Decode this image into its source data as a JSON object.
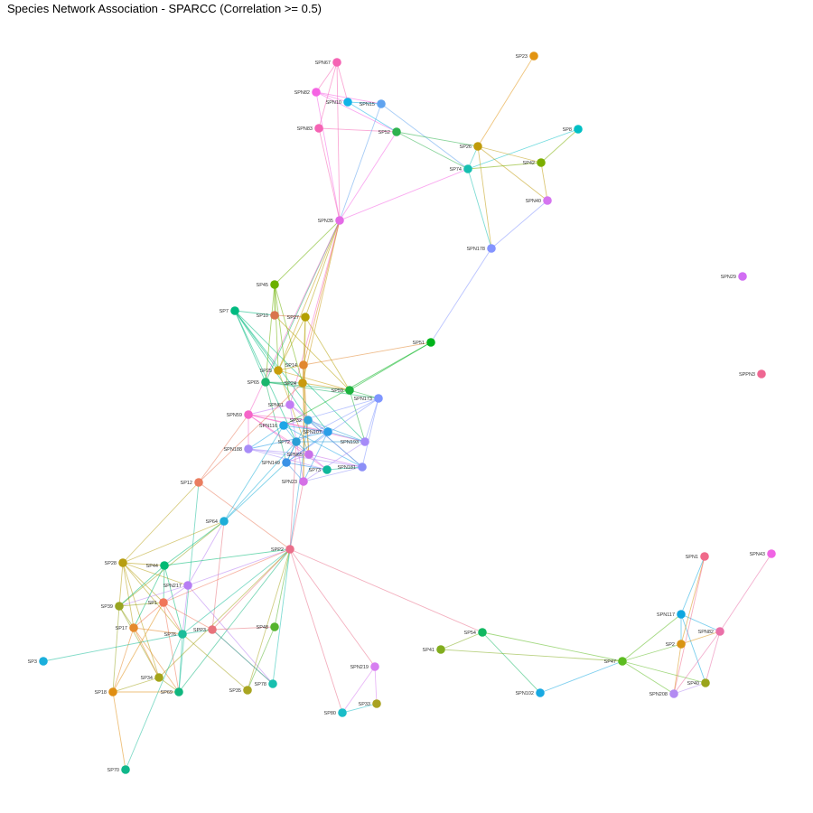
{
  "title": "Species Network Association - SPARCC (Correlation >= 0.5)",
  "nodes": [
    {
      "id": "SPN67",
      "color": "#f564b4"
    },
    {
      "id": "SPN82",
      "color": "#f564e3"
    },
    {
      "id": "SPN10",
      "color": "#11b3e6"
    },
    {
      "id": "SPN15",
      "color": "#5fa3ef"
    },
    {
      "id": "SPN83",
      "color": "#f564b4"
    },
    {
      "id": "SP52",
      "color": "#2eb24e"
    },
    {
      "id": "SP23",
      "color": "#e29411"
    },
    {
      "id": "SP8",
      "color": "#00bfc4"
    },
    {
      "id": "SP26",
      "color": "#c09b0b"
    },
    {
      "id": "SP42",
      "color": "#7cae00"
    },
    {
      "id": "SP74",
      "color": "#16bfb0"
    },
    {
      "id": "SPN40",
      "color": "#d575f0"
    },
    {
      "id": "SPN35",
      "color": "#e46be6"
    },
    {
      "id": "SPN178",
      "color": "#8494ff"
    },
    {
      "id": "SPN29",
      "color": "#d16ef3"
    },
    {
      "id": "SP45",
      "color": "#6bb100"
    },
    {
      "id": "SP7",
      "color": "#00ba80"
    },
    {
      "id": "SP10",
      "color": "#d9744c"
    },
    {
      "id": "SP27",
      "color": "#b4a000"
    },
    {
      "id": "SP51",
      "color": "#00b31b"
    },
    {
      "id": "SPPN3",
      "color": "#ee6792"
    },
    {
      "id": "SP25",
      "color": "#c89e0b"
    },
    {
      "id": "SP14",
      "color": "#e1872f"
    },
    {
      "id": "SP65",
      "color": "#1bb66e"
    },
    {
      "id": "SP24",
      "color": "#c99a10"
    },
    {
      "id": "SP59",
      "color": "#1db23e"
    },
    {
      "id": "SPN173",
      "color": "#7f96ff"
    },
    {
      "id": "SPN61",
      "color": "#c27cf4"
    },
    {
      "id": "SPN59",
      "color": "#f564c8"
    },
    {
      "id": "SP32",
      "color": "#2fa6d8"
    },
    {
      "id": "SPN116",
      "color": "#1ea6e6"
    },
    {
      "id": "SPN107",
      "color": "#2a9ee8"
    },
    {
      "id": "SPN193",
      "color": "#a68bf8"
    },
    {
      "id": "SPN188",
      "color": "#a88cf8"
    },
    {
      "id": "SP72",
      "color": "#2a9ed6"
    },
    {
      "id": "SPN65",
      "color": "#c872ea"
    },
    {
      "id": "SPN149",
      "color": "#3a92e6"
    },
    {
      "id": "SP73",
      "color": "#10b89b"
    },
    {
      "id": "SPN181",
      "color": "#8c8ff7"
    },
    {
      "id": "SPN23",
      "color": "#d570e6"
    },
    {
      "id": "SP12",
      "color": "#ea7d5f"
    },
    {
      "id": "SP64",
      "color": "#1eaed8"
    },
    {
      "id": "SPP2",
      "color": "#ea6f8a"
    },
    {
      "id": "SP28",
      "color": "#b79e10"
    },
    {
      "id": "SP44",
      "color": "#00ba74"
    },
    {
      "id": "SPN217",
      "color": "#b67ef3"
    },
    {
      "id": "SP39",
      "color": "#98a521"
    },
    {
      "id": "SP1",
      "color": "#f0765a"
    },
    {
      "id": "SP17",
      "color": "#e58a2c"
    },
    {
      "id": "SP76",
      "color": "#1bbd9a"
    },
    {
      "id": "SPP3",
      "color": "#e8737c"
    },
    {
      "id": "SP48",
      "color": "#55b42d"
    },
    {
      "id": "SP3",
      "color": "#1aafdc"
    },
    {
      "id": "SP34",
      "color": "#a4a418"
    },
    {
      "id": "SP69",
      "color": "#10b67e"
    },
    {
      "id": "SP18",
      "color": "#e08e12"
    },
    {
      "id": "SP35",
      "color": "#a9a521"
    },
    {
      "id": "SP78",
      "color": "#17bfae"
    },
    {
      "id": "SP70",
      "color": "#10b78a"
    },
    {
      "id": "SPN219",
      "color": "#d77ef0"
    },
    {
      "id": "SP33",
      "color": "#a9a221"
    },
    {
      "id": "SP80",
      "color": "#1abdc8"
    },
    {
      "id": "SP54",
      "color": "#12b862"
    },
    {
      "id": "SP41",
      "color": "#82ad1e"
    },
    {
      "id": "SPN102",
      "color": "#18a9e2"
    },
    {
      "id": "SP47",
      "color": "#5cbc20"
    },
    {
      "id": "SPN117",
      "color": "#0ea7e0"
    },
    {
      "id": "SP2",
      "color": "#d99414"
    },
    {
      "id": "SPN82b",
      "color": "#ea70a8"
    },
    {
      "id": "SP40",
      "color": "#9aa41c"
    },
    {
      "id": "SPN208",
      "color": "#b38bf2"
    },
    {
      "id": "SPN1",
      "color": "#f06a8a"
    },
    {
      "id": "SPN43",
      "color": "#f064e4"
    }
  ],
  "labels": {
    "SPN67": "SPN67",
    "SPN82": "SPN82",
    "SPN10": "SPN10",
    "SPN15": "SPN15",
    "SPN83": "SPN83",
    "SP52": "SP52",
    "SP23": "SP23",
    "SP8": "SP8",
    "SP26": "SP26",
    "SP42": "SP42",
    "SP74": "SP74",
    "SPN40": "SPN40",
    "SPN35": "SPN35",
    "SPN178": "SPN178",
    "SPN29": "SPN29",
    "SP45": "SP45",
    "SP7": "SP7",
    "SP10": "SP10",
    "SP27": "SP27",
    "SP51": "SP51",
    "SPPN3": "SPPN3",
    "SP25": "SP25",
    "SP14": "SP14",
    "SP65": "SP65",
    "SP24": "SP24",
    "SP59": "SP59",
    "SPN173": "SPN173",
    "SPN61": "SPN61",
    "SPN59": "SPN59",
    "SP32": "SP32",
    "SPN116": "SPN116",
    "SPN107": "SPN107",
    "SPN193": "SPN193",
    "SPN188": "SPN188",
    "SP72": "SP72",
    "SPN65": "SPN65",
    "SPN149": "SPN149",
    "SP73": "SP73",
    "SPN181": "SPN181",
    "SPN23": "SPN23",
    "SP12": "SP12",
    "SP64": "SP64",
    "SPP2": "SPP2",
    "SP28": "SP28",
    "SP44": "SP44",
    "SPN217": "SPN217",
    "SP39": "SP39",
    "SP1": "SP1",
    "SP17": "SP17",
    "SP76": "SP76",
    "SPP3": "SPP3",
    "SP48": "SP48",
    "SP3": "SP3",
    "SP34": "SP34",
    "SP69": "SP69",
    "SP18": "SP18",
    "SP35": "SP35",
    "SP78": "SP78",
    "SP70": "SP70",
    "SPN219": "SPN219",
    "SP33": "SP33",
    "SP80": "SP80",
    "SP54": "SP54",
    "SP41": "SP41",
    "SPN102": "SPN102",
    "SP47": "SP47",
    "SPN117": "SPN117",
    "SP2": "SP2",
    "SPN82b": "SPN82",
    "SP40": "SP40",
    "SPN208": "SPN208",
    "SPN1": "SPN1",
    "SPN43": "SPN43"
  },
  "edges": [
    [
      "SPN67",
      "SPN82",
      "#f564b4"
    ],
    [
      "SPN67",
      "SPN10",
      "#f564b4"
    ],
    [
      "SPN67",
      "SPN83",
      "#f564b4"
    ],
    [
      "SPN67",
      "SPN35",
      "#f564b4"
    ],
    [
      "SPN82",
      "SPN10",
      "#f564e3"
    ],
    [
      "SPN82",
      "SPN15",
      "#f564e3"
    ],
    [
      "SPN82",
      "SPN35",
      "#f564e3"
    ],
    [
      "SPN82",
      "SP52",
      "#f564e3"
    ],
    [
      "SPN10",
      "SPN15",
      "#11b3e6"
    ],
    [
      "SPN10",
      "SP52",
      "#11b3e6"
    ],
    [
      "SPN83",
      "SP52",
      "#f564b4"
    ],
    [
      "SPN83",
      "SPN35",
      "#f564b4"
    ],
    [
      "SPN15",
      "SP74",
      "#5fa3ef"
    ],
    [
      "SPN15",
      "SPN35",
      "#5fa3ef"
    ],
    [
      "SP52",
      "SP26",
      "#2eb24e"
    ],
    [
      "SP52",
      "SP74",
      "#2eb24e"
    ],
    [
      "SP52",
      "SPN35",
      "#f564e3"
    ],
    [
      "SP23",
      "SP26",
      "#e29411"
    ],
    [
      "SP8",
      "SP74",
      "#00bfc4"
    ],
    [
      "SP8",
      "SP42",
      "#7cae00"
    ],
    [
      "SP26",
      "SP42",
      "#c09b0b"
    ],
    [
      "SP26",
      "SP74",
      "#16bfb0"
    ],
    [
      "SP26",
      "SPN40",
      "#c09b0b"
    ],
    [
      "SP26",
      "SPN178",
      "#c09b0b"
    ],
    [
      "SP42",
      "SP74",
      "#7cae00"
    ],
    [
      "SP42",
      "SPN40",
      "#c09b0b"
    ],
    [
      "SP74",
      "SPN178",
      "#16bfb0"
    ],
    [
      "SP74",
      "SPN35",
      "#f564e3"
    ],
    [
      "SPN40",
      "SPN178",
      "#8494ff"
    ],
    [
      "SPN178",
      "SP51",
      "#8494ff"
    ],
    [
      "SPN35",
      "SP45",
      "#6bb100"
    ],
    [
      "SPN35",
      "SP27",
      "#b4a000"
    ],
    [
      "SPN35",
      "SP25",
      "#c89e0b"
    ],
    [
      "SPN35",
      "SP14",
      "#e1872f"
    ],
    [
      "SPN35",
      "SP65",
      "#1bb66e"
    ],
    [
      "SPN35",
      "SPN59",
      "#f564c8"
    ],
    [
      "SPN35",
      "SP24",
      "#c99a10"
    ],
    [
      "SPN35",
      "SPN61",
      "#f564c8"
    ],
    [
      "SP7",
      "SP10",
      "#00ba80"
    ],
    [
      "SP7",
      "SP25",
      "#00ba80"
    ],
    [
      "SP7",
      "SP65",
      "#00ba80"
    ],
    [
      "SP7",
      "SP32",
      "#00ba80"
    ],
    [
      "SP7",
      "SPN107",
      "#00ba80"
    ],
    [
      "SP7",
      "SP72",
      "#00ba80"
    ],
    [
      "SP7",
      "SPN193",
      "#00ba80"
    ],
    [
      "SP45",
      "SP10",
      "#6bb100"
    ],
    [
      "SP45",
      "SP25",
      "#6bb100"
    ],
    [
      "SP45",
      "SP65",
      "#6bb100"
    ],
    [
      "SP45",
      "SP24",
      "#6bb100"
    ],
    [
      "SP45",
      "SPN61",
      "#6bb100"
    ],
    [
      "SP10",
      "SP27",
      "#d9744c"
    ],
    [
      "SP10",
      "SP59",
      "#b4a000"
    ],
    [
      "SP27",
      "SP59",
      "#b4a000"
    ],
    [
      "SP27",
      "SP25",
      "#b4a000"
    ],
    [
      "SP27",
      "SPN23",
      "#b4a000"
    ],
    [
      "SP27",
      "SP24",
      "#b4a000"
    ],
    [
      "SP51",
      "SP14",
      "#e1872f"
    ],
    [
      "SP51",
      "SPN116",
      "#00b31b"
    ],
    [
      "SP51",
      "SP59",
      "#00b31b"
    ],
    [
      "SP25",
      "SP14",
      "#c89e0b"
    ],
    [
      "SP25",
      "SP59",
      "#c89e0b"
    ],
    [
      "SP25",
      "SPN65",
      "#c89e0b"
    ],
    [
      "SP65",
      "SP24",
      "#1bb66e"
    ],
    [
      "SP65",
      "SP59",
      "#1bb66e"
    ],
    [
      "SP65",
      "SPN173",
      "#1bb66e"
    ],
    [
      "SP65",
      "SPN149",
      "#1bb66e"
    ],
    [
      "SP14",
      "SPN65",
      "#e1872f"
    ],
    [
      "SP14",
      "SPN23",
      "#e1872f"
    ],
    [
      "SP24",
      "SPN65",
      "#c99a10"
    ],
    [
      "SP24",
      "SP59",
      "#c99a10"
    ],
    [
      "SP59",
      "SPN173",
      "#1db23e"
    ],
    [
      "SP59",
      "SPN193",
      "#1db23e"
    ],
    [
      "SPN173",
      "SPN116",
      "#7f96ff"
    ],
    [
      "SPN173",
      "SPN181",
      "#7f96ff"
    ],
    [
      "SPN173",
      "SP72",
      "#7f96ff"
    ],
    [
      "SPN173",
      "SPN149",
      "#7f96ff"
    ],
    [
      "SPN173",
      "SPN193",
      "#7f96ff"
    ],
    [
      "SPN61",
      "SPN59",
      "#c27cf4"
    ],
    [
      "SPN61",
      "SPN107",
      "#c27cf4"
    ],
    [
      "SPN61",
      "SPN181",
      "#c27cf4"
    ],
    [
      "SPN61",
      "SPN23",
      "#c27cf4"
    ],
    [
      "SPN59",
      "SP32",
      "#f564c8"
    ],
    [
      "SPN59",
      "SPN188",
      "#f564c8"
    ],
    [
      "SPN59",
      "SPN107",
      "#f564c8"
    ],
    [
      "SPN59",
      "SPN65",
      "#f564c8"
    ],
    [
      "SPN59",
      "SP73",
      "#f564c8"
    ],
    [
      "SPN59",
      "SPN193",
      "#f564c8"
    ],
    [
      "SP32",
      "SPN107",
      "#2fa6d8"
    ],
    [
      "SP32",
      "SPN193",
      "#2fa6d8"
    ],
    [
      "SP32",
      "SPN149",
      "#2fa6d8"
    ],
    [
      "SP32",
      "SPN181",
      "#2fa6d8"
    ],
    [
      "SPN116",
      "SPN107",
      "#1ea6e6"
    ],
    [
      "SPN116",
      "SPN188",
      "#1ea6e6"
    ],
    [
      "SPN116",
      "SP72",
      "#1ea6e6"
    ],
    [
      "SPN116",
      "SPN181",
      "#1ea6e6"
    ],
    [
      "SPN107",
      "SPN193",
      "#2a9ee8"
    ],
    [
      "SPN107",
      "SPN188",
      "#2a9ee8"
    ],
    [
      "SPN107",
      "SPN149",
      "#2a9ee8"
    ],
    [
      "SPN107",
      "SPN23",
      "#2a9ee8"
    ],
    [
      "SPN188",
      "SPN65",
      "#a88cf8"
    ],
    [
      "SPN188",
      "SPN181",
      "#a88cf8"
    ],
    [
      "SPN188",
      "SP73",
      "#a88cf8"
    ],
    [
      "SP72",
      "SPN65",
      "#2a9ed6"
    ],
    [
      "SP72",
      "SPN193",
      "#2a9ed6"
    ],
    [
      "SP72",
      "SPN149",
      "#2a9ed6"
    ],
    [
      "SPN65",
      "SPN149",
      "#c872ea"
    ],
    [
      "SPN65",
      "SP73",
      "#c872ea"
    ],
    [
      "SPN65",
      "SPN181",
      "#c872ea"
    ],
    [
      "SPN149",
      "SP73",
      "#3a92e6"
    ],
    [
      "SPN149",
      "SPN23",
      "#3a92e6"
    ],
    [
      "SP73",
      "SPN181",
      "#10b89b"
    ],
    [
      "SPN181",
      "SPN23",
      "#8c8ff7"
    ],
    [
      "SPN193",
      "SPN23",
      "#a68bf8"
    ],
    [
      "SP12",
      "SPN59",
      "#ea7d5f"
    ],
    [
      "SP12",
      "SP24",
      "#ea7d5f"
    ],
    [
      "SP12",
      "SPP2",
      "#ea7d5f"
    ],
    [
      "SP12",
      "SP28",
      "#b79e10"
    ],
    [
      "SP12",
      "SP69",
      "#1bbd9a"
    ],
    [
      "SP64",
      "SPN149",
      "#1eaed8"
    ],
    [
      "SP64",
      "SP72",
      "#1eaed8"
    ],
    [
      "SP64",
      "SPN116",
      "#1eaed8"
    ],
    [
      "SP64",
      "SP28",
      "#b79e10"
    ],
    [
      "SP64",
      "SPN217",
      "#b67ef3"
    ],
    [
      "SP64",
      "SP44",
      "#00ba74"
    ],
    [
      "SP64",
      "SP39",
      "#98a521"
    ],
    [
      "SP64",
      "SPP3",
      "#e8737c"
    ],
    [
      "SPP2",
      "SPN23",
      "#ea6f8a"
    ],
    [
      "SPP2",
      "SP72",
      "#ea6f8a"
    ],
    [
      "SPP2",
      "SP32",
      "#2fa6d8"
    ],
    [
      "SPP2",
      "SP44",
      "#00ba74"
    ],
    [
      "SPP2",
      "SPN217",
      "#b67ef3"
    ],
    [
      "SPP2",
      "SP1",
      "#f0765a"
    ],
    [
      "SPP2",
      "SP76",
      "#1bbd9a"
    ],
    [
      "SPP2",
      "SPP3",
      "#e8737c"
    ],
    [
      "SPP2",
      "SP48",
      "#55b42d"
    ],
    [
      "SPP2",
      "SP78",
      "#17bfae"
    ],
    [
      "SPP2",
      "SP35",
      "#a9a521"
    ],
    [
      "SPP2",
      "SP69",
      "#10b67e"
    ],
    [
      "SPP2",
      "SPN219",
      "#ea6f8a"
    ],
    [
      "SPP2",
      "SP80",
      "#ea6f8a"
    ],
    [
      "SPP2",
      "SP54",
      "#ea6f8a"
    ],
    [
      "SPP2",
      "SP34",
      "#a4a418"
    ],
    [
      "SP28",
      "SP44",
      "#b79e10"
    ],
    [
      "SP28",
      "SP39",
      "#b79e10"
    ],
    [
      "SP28",
      "SP1",
      "#b79e10"
    ],
    [
      "SP28",
      "SP17",
      "#b79e10"
    ],
    [
      "SP28",
      "SP76",
      "#b79e10"
    ],
    [
      "SP28",
      "SP34",
      "#b79e10"
    ],
    [
      "SP28",
      "SPN217",
      "#b79e10"
    ],
    [
      "SP44",
      "SP39",
      "#00ba74"
    ],
    [
      "SP44",
      "SP1",
      "#00ba74"
    ],
    [
      "SP44",
      "SP17",
      "#00ba74"
    ],
    [
      "SP44",
      "SP76",
      "#00ba74"
    ],
    [
      "SPN217",
      "SP1",
      "#b67ef3"
    ],
    [
      "SPN217",
      "SP76",
      "#b67ef3"
    ],
    [
      "SPN217",
      "SP39",
      "#b67ef3"
    ],
    [
      "SPN217",
      "SP78",
      "#b67ef3"
    ],
    [
      "SP39",
      "SP1",
      "#98a521"
    ],
    [
      "SP39",
      "SP17",
      "#98a521"
    ],
    [
      "SP39",
      "SP34",
      "#98a521"
    ],
    [
      "SP39",
      "SP18",
      "#98a521"
    ],
    [
      "SP1",
      "SP17",
      "#f0765a"
    ],
    [
      "SP1",
      "SP76",
      "#f0765a"
    ],
    [
      "SP1",
      "SPP3",
      "#f0765a"
    ],
    [
      "SP1",
      "SP69",
      "#f0765a"
    ],
    [
      "SP17",
      "SP76",
      "#e58a2c"
    ],
    [
      "SP17",
      "SP34",
      "#e58a2c"
    ],
    [
      "SP17",
      "SP18",
      "#e58a2c"
    ],
    [
      "SP17",
      "SP69",
      "#e58a2c"
    ],
    [
      "SP76",
      "SPP3",
      "#1bbd9a"
    ],
    [
      "SP76",
      "SP3",
      "#1bbd9a"
    ],
    [
      "SP76",
      "SP69",
      "#1bbd9a"
    ],
    [
      "SP76",
      "SP70",
      "#1bbd9a"
    ],
    [
      "SPP3",
      "SP48",
      "#e8737c"
    ],
    [
      "SPP3",
      "SP78",
      "#e8737c"
    ],
    [
      "SP48",
      "SP35",
      "#55b42d"
    ],
    [
      "SP34",
      "SP18",
      "#a4a418"
    ],
    [
      "SP34",
      "SP69",
      "#a4a418"
    ],
    [
      "SP18",
      "SP69",
      "#e08e12"
    ],
    [
      "SP18",
      "SP70",
      "#e08e12"
    ],
    [
      "SP18",
      "SP1",
      "#e08e12"
    ],
    [
      "SP35",
      "SP76",
      "#a9a521"
    ],
    [
      "SP78",
      "SPP3",
      "#17bfae"
    ],
    [
      "SPN219",
      "SP80",
      "#d77ef0"
    ],
    [
      "SPN219",
      "SP33",
      "#d77ef0"
    ],
    [
      "SP33",
      "SP80",
      "#1abdc8"
    ],
    [
      "SP54",
      "SP41",
      "#82ad1e"
    ],
    [
      "SP54",
      "SPN102",
      "#12b862"
    ],
    [
      "SP54",
      "SP47",
      "#5cbc20"
    ],
    [
      "SP41",
      "SP47",
      "#82ad1e"
    ],
    [
      "SPN102",
      "SP47",
      "#18a9e2"
    ],
    [
      "SP47",
      "SPN117",
      "#5cbc20"
    ],
    [
      "SP47",
      "SP2",
      "#5cbc20"
    ],
    [
      "SP47",
      "SP40",
      "#5cbc20"
    ],
    [
      "SP47",
      "SPN208",
      "#5cbc20"
    ],
    [
      "SPN117",
      "SP2",
      "#0ea7e0"
    ],
    [
      "SPN117",
      "SPN82b",
      "#0ea7e0"
    ],
    [
      "SPN117",
      "SP40",
      "#0ea7e0"
    ],
    [
      "SPN117",
      "SPN1",
      "#0ea7e0"
    ],
    [
      "SP2",
      "SPN82b",
      "#d99414"
    ],
    [
      "SP2",
      "SPN208",
      "#d99414"
    ],
    [
      "SP2",
      "SPN1",
      "#d99414"
    ],
    [
      "SPN82b",
      "SP40",
      "#ea70a8"
    ],
    [
      "SPN82b",
      "SPN208",
      "#ea70a8"
    ],
    [
      "SPN82b",
      "SPN43",
      "#ea70a8"
    ],
    [
      "SP40",
      "SPN208",
      "#b38bf2"
    ],
    [
      "SPN1",
      "SPN208",
      "#f06a8a"
    ]
  ]
}
